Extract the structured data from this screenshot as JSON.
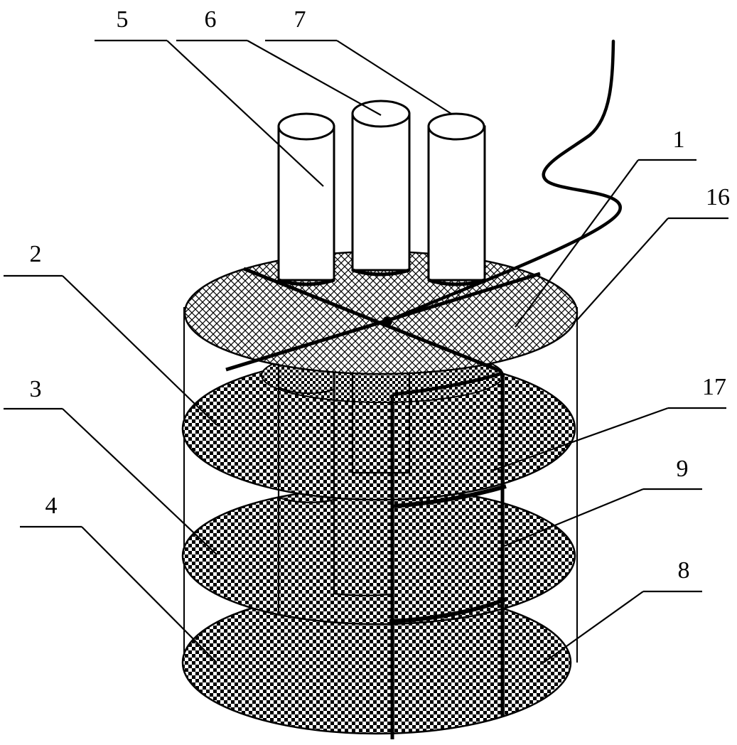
{
  "callouts": [
    {
      "id": "5",
      "label": "5"
    },
    {
      "id": "6",
      "label": "6"
    },
    {
      "id": "7",
      "label": "7"
    },
    {
      "id": "1",
      "label": "1"
    },
    {
      "id": "16",
      "label": "16"
    },
    {
      "id": "2",
      "label": "2"
    },
    {
      "id": "17",
      "label": "17"
    },
    {
      "id": "3",
      "label": "3"
    },
    {
      "id": "9",
      "label": "9"
    },
    {
      "id": "4",
      "label": "4"
    },
    {
      "id": "8",
      "label": "8"
    }
  ],
  "colors": {
    "line": "#000000",
    "background": "#ffffff"
  }
}
